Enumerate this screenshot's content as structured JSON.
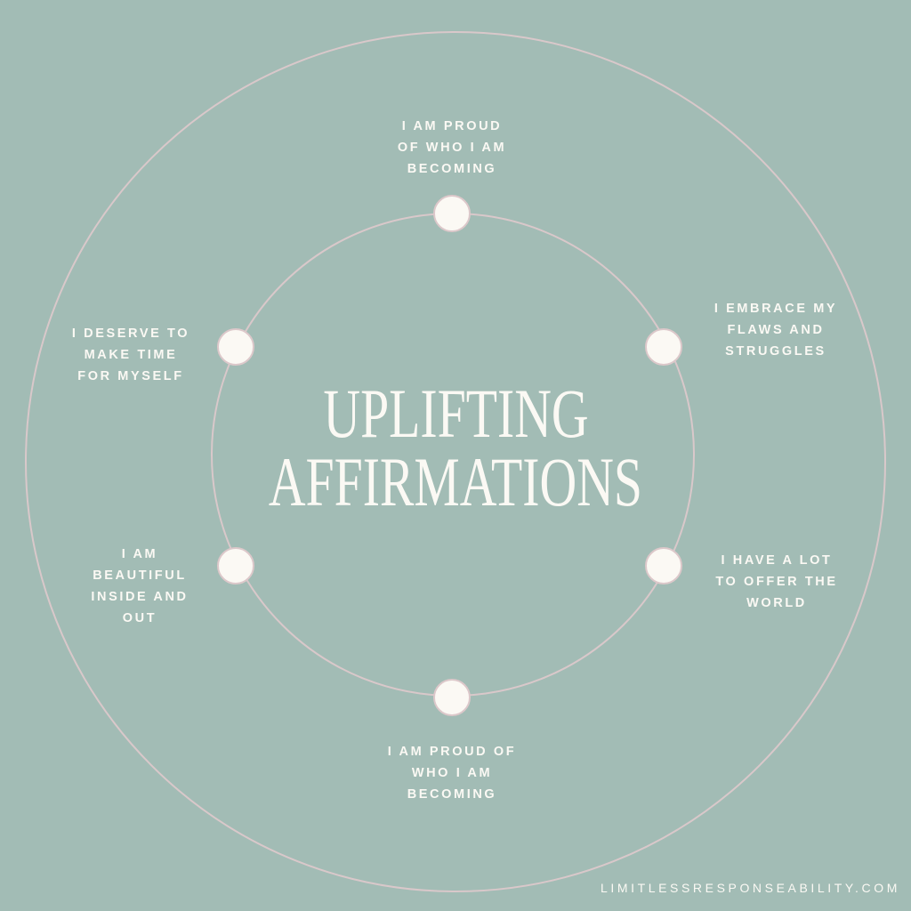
{
  "title": {
    "line1": "UPLIFTING",
    "line2": "AFFIRMATIONS"
  },
  "affirmations": [
    {
      "lines": [
        "I AM PROUD",
        "OF WHO I AM",
        "BECOMING"
      ]
    },
    {
      "lines": [
        "I EMBRACE MY",
        "FLAWS AND",
        "STRUGGLES"
      ]
    },
    {
      "lines": [
        "I HAVE A LOT",
        "TO OFFER THE",
        "WORLD"
      ]
    },
    {
      "lines": [
        "I AM PROUD OF",
        "WHO I AM",
        "BECOMING"
      ]
    },
    {
      "lines": [
        "I AM",
        "BEAUTIFUL",
        "INSIDE AND",
        "OUT"
      ]
    },
    {
      "lines": [
        "I DESERVE TO",
        "MAKE TIME",
        "FOR MYSELF"
      ]
    }
  ],
  "footer": "LIMITLESSRESPONSEABILITY.COM",
  "colors": {
    "background": "#a2bcb5",
    "ring": "#d9c8ca",
    "dot": "#fbf9f4",
    "text": "#fbf9f4"
  }
}
